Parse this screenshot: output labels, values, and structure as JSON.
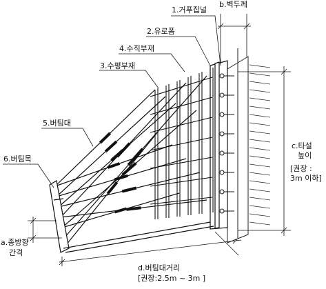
{
  "labels": {
    "gangform_panel": "1.거푸집널",
    "euroform": "2.유로폼",
    "vertical_member": "4.수직부재",
    "horizontal_member": "3.수평부재",
    "brace": "5.버팀대",
    "brace_timber": "6.버팀목",
    "wall_thickness": "b.벽두께",
    "pour_height_line1": "c.타설",
    "pour_height_line2": "높이",
    "pour_height_rec1": "[권장 :",
    "pour_height_rec2": "3m 이하]",
    "transverse_spacing_line1": "a.종방향",
    "transverse_spacing_line2": "간격",
    "brace_distance": "d.버팀대거리",
    "brace_distance_rec": "[권장:2.5m ~ 3m ]"
  }
}
